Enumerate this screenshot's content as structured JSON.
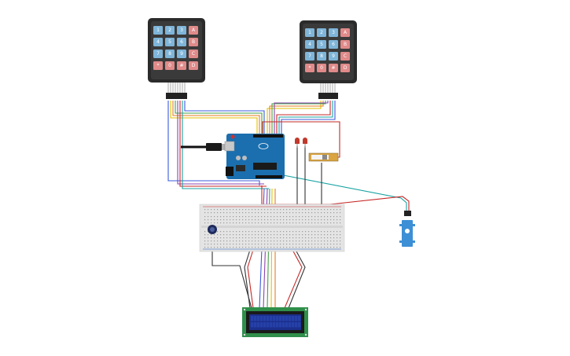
{
  "keypad_left": {
    "keys": [
      "1",
      "2",
      "3",
      "A",
      "4",
      "5",
      "6",
      "B",
      "7",
      "8",
      "9",
      "C",
      "*",
      "0",
      "#",
      "D"
    ]
  },
  "keypad_right": {
    "keys": [
      "1",
      "2",
      "3",
      "A",
      "4",
      "5",
      "6",
      "B",
      "7",
      "8",
      "9",
      "C",
      "*",
      "0",
      "#",
      "D"
    ]
  },
  "colors": {
    "keypad_body": "#2b2b2b",
    "key_blue": "#7fb5d9",
    "key_red": "#e08a8a",
    "arduino_board": "#1b6fae",
    "breadboard": "#e4e4e4",
    "lcd_board": "#2f8f4a",
    "lcd_screen": "#1b2f8c",
    "wire_red": "#c62828",
    "wire_teal": "#1aa3a3",
    "wire_blue": "#3b5bdb",
    "wire_purple": "#8e44ad",
    "wire_orange": "#e67e22",
    "wire_yellow": "#e0c200",
    "wire_green": "#43a047",
    "wire_black": "#333333",
    "servo": "#3d8fd6"
  },
  "components": {
    "keypads": 2,
    "leds": 2,
    "servo": 1,
    "lcd": 1,
    "potentiometer": 1
  }
}
